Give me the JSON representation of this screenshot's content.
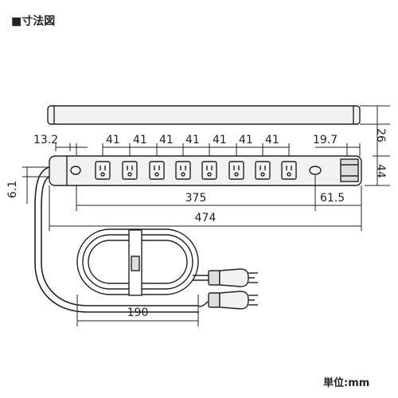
{
  "header": {
    "title": "■寸法図"
  },
  "footer": {
    "unit_label": "単位:mm"
  },
  "dimensions": {
    "top_outlet_pitches": [
      "41",
      "41",
      "41",
      "41",
      "41",
      "41",
      "41"
    ],
    "left_offset": "13.2",
    "right_offset": "19.7",
    "side_depth": "26",
    "side_height": "44",
    "cord_offset": "6.1",
    "outlet_span": "375",
    "end_length": "61.5",
    "total_length": "474",
    "coil_width": "190"
  },
  "colors": {
    "line": "#222222",
    "fill_light": "#f2f2f2",
    "fill_mid": "#dddddd"
  }
}
